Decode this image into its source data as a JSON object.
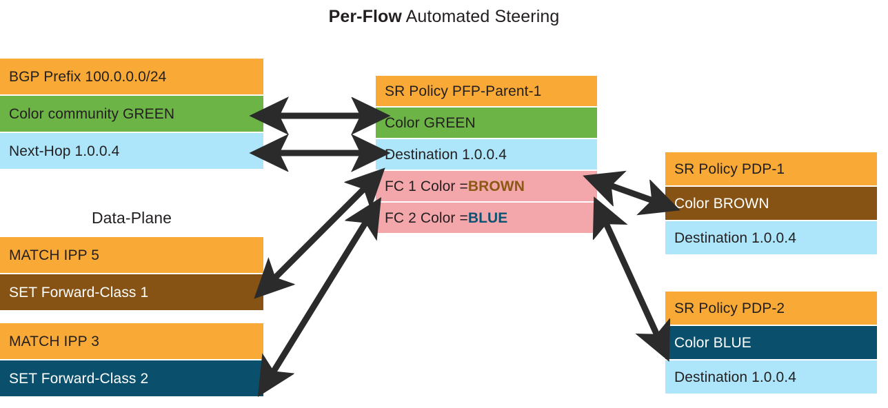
{
  "title": {
    "emphasis": "Per-Flow",
    "rest": " Automated Steering"
  },
  "bgp_block": {
    "rows": [
      {
        "label": "BGP Prefix 100.0.0.0/24",
        "color": "#f9a935"
      },
      {
        "label": "Color community GREEN",
        "color": "#6cb446"
      },
      {
        "label": "Next-Hop 1.0.0.4",
        "color": "#ade6fa"
      }
    ]
  },
  "data_plane": {
    "heading": "Data-Plane",
    "group1": [
      {
        "label": "MATCH IPP 5",
        "color": "#f9a935"
      },
      {
        "label": "SET Forward-Class 1",
        "color": "#865314"
      }
    ],
    "group2": [
      {
        "label": "MATCH IPP 3",
        "color": "#f9a935"
      },
      {
        "label": "SET Forward-Class 2",
        "color": "#0a4f6b"
      }
    ]
  },
  "pfp_parent": {
    "rows": [
      {
        "label": "SR Policy PFP-Parent-1",
        "color": "#f9a935"
      },
      {
        "label": "Color GREEN",
        "color": "#6cb446"
      },
      {
        "label": "Destination 1.0.0.4",
        "color": "#ade6fa"
      }
    ],
    "fc1": {
      "prefix": "FC 1 Color = ",
      "value": "BROWN",
      "color": "#f3a7ab",
      "value_color": "#8a5a15"
    },
    "fc2": {
      "prefix": "FC 2 Color = ",
      "value": "BLUE",
      "color": "#f3a7ab",
      "value_color": "#0e5272"
    }
  },
  "pdp1": {
    "rows": [
      {
        "label": "SR Policy PDP-1",
        "color": "#f9a935"
      },
      {
        "label": "Color BROWN",
        "color": "#865314"
      },
      {
        "label": "Destination 1.0.0.4",
        "color": "#ade6fa"
      }
    ]
  },
  "pdp2": {
    "rows": [
      {
        "label": "SR Policy PDP-2",
        "color": "#f9a935"
      },
      {
        "label": "Color BLUE",
        "color": "#0a4f6b"
      },
      {
        "label": "Destination 1.0.0.4",
        "color": "#ade6fa"
      }
    ]
  },
  "arrows": {
    "color": "#2b2b2b",
    "connections": [
      "bgp-color-community-to-pfp-color-green",
      "bgp-next-hop-to-pfp-destination",
      "pfp-fc1-to-set-forward-class-1",
      "pfp-fc2-to-set-forward-class-2",
      "pfp-fc1-to-pdp1-color-brown",
      "pfp-fc2-to-pdp2-color-blue"
    ]
  }
}
